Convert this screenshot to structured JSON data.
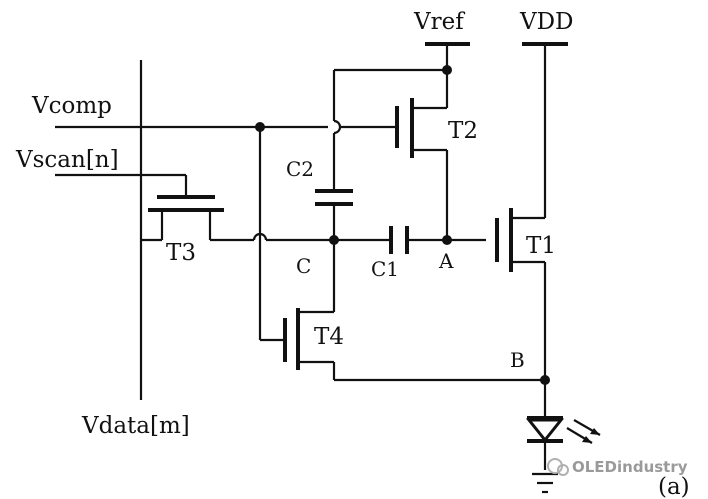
{
  "labels": {
    "vref": "Vref",
    "vdd": "VDD",
    "vcomp": "Vcomp",
    "vscan": "Vscan[n]",
    "vdata": "Vdata[m]",
    "t1": "T1",
    "t2": "T2",
    "t3": "T3",
    "t4": "T4",
    "c1": "C1",
    "c2": "C2",
    "node_a": "A",
    "node_b": "B",
    "node_c": "C",
    "figure_tag": "(a)",
    "watermark": "OLEDindustry"
  }
}
